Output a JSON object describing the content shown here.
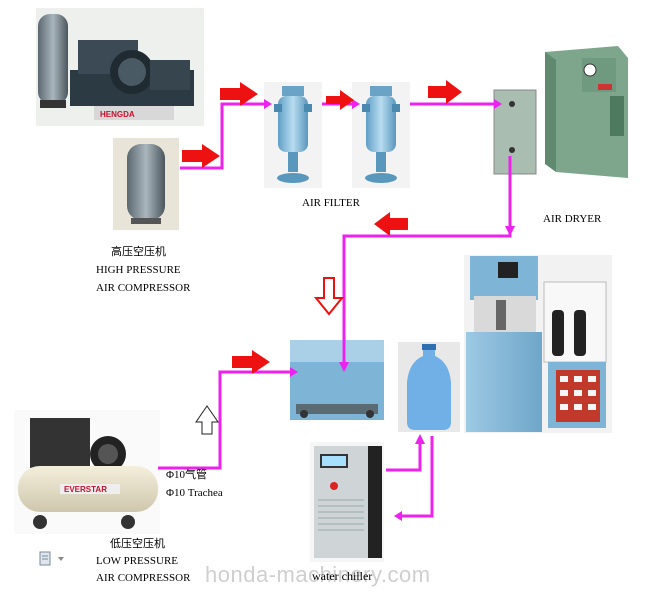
{
  "labels": {
    "air_filter": "AIR FILTER",
    "air_dryer": "AIR DRYER",
    "hp_cn": "高压空压机",
    "hp_en1": "HIGH PRESSURE",
    "hp_en2": "AIR COMPRESSOR",
    "lp_cn": "低压空压机",
    "lp_en1": "LOW PRESSURE",
    "lp_en2": "AIR COMPRESSOR",
    "pipe_cn": "Φ10气管",
    "pipe_en": "Φ10 Trachea",
    "chiller": "water chiller"
  },
  "logos": {
    "hengda": "HENGDA",
    "everstar": "EVERSTAR"
  },
  "watermark": "honda-machinery.com",
  "colors": {
    "pipe": "#ee22ee",
    "arrow_red": "#ee1111",
    "equipment_blue": "#8fc3e0",
    "dryer_green": "#8fb59d"
  }
}
